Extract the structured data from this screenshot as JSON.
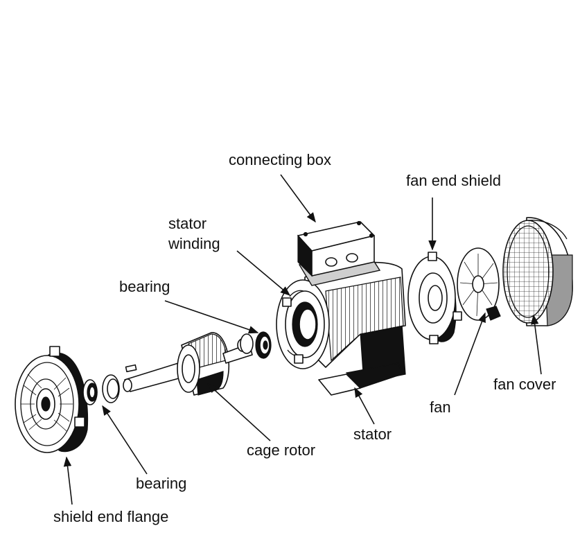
{
  "labels": {
    "connecting_box": "connecting box",
    "fan_end_shield": "fan end shield",
    "stator_winding_line1": "stator",
    "stator_winding_line2": "winding",
    "bearing_top": "bearing",
    "fan_cover": "fan cover",
    "fan": "fan",
    "stator": "stator",
    "cage_rotor": "cage rotor",
    "bearing_bottom": "bearing",
    "shield_end_flange": "shield end flange"
  },
  "colors": {
    "line": "#111111",
    "background": "#ffffff",
    "shade": "#cfcfcf",
    "fan_cover_shade": "#9a9a9a"
  }
}
